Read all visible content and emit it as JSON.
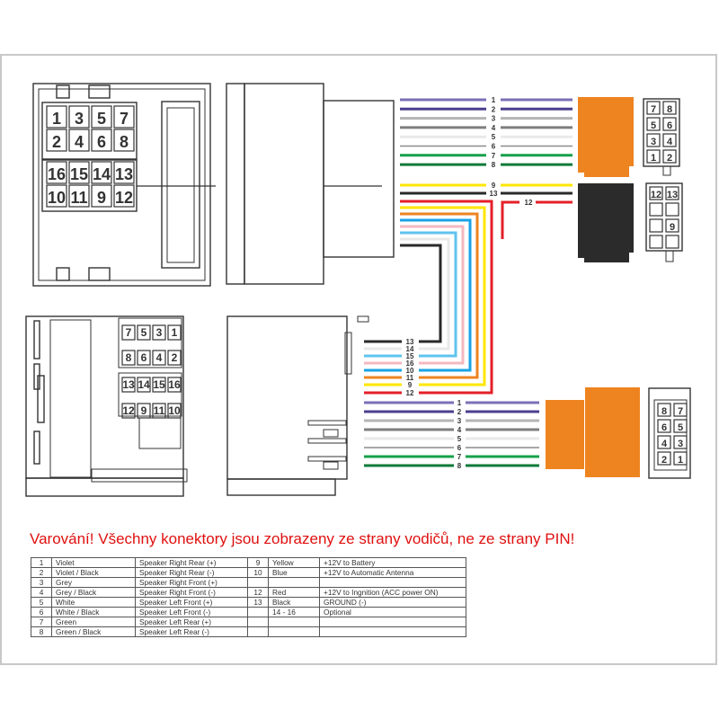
{
  "warning": "Varování! Všechny konektory jsou zobrazeny ze strany vodičů, ne ze strany PIN!",
  "colors": {
    "violet": "#7b6fb8",
    "violet_black": "#4b3f8e",
    "grey": "#b5b5b5",
    "grey_black": "#7f7f7f",
    "white": "#e9e9e9",
    "white_black": "#8a8a8a",
    "green": "#16a04a",
    "green_black": "#0b7a38",
    "yellow": "#ffe600",
    "black": "#2a2a2a",
    "red": "#e4202a",
    "orange": "#ee8420",
    "blue": "#1aa3e6",
    "pink": "#f4b8c0",
    "light_blue": "#5fc3ee",
    "connector_orange": "#ee8420",
    "connector_black": "#2b2b2b",
    "warning": "#e01010"
  },
  "iso_block_a": {
    "top_pins": [
      "1",
      "3",
      "5",
      "7"
    ],
    "mid_pins": [
      "2",
      "4",
      "6",
      "8"
    ],
    "low1": [
      "16",
      "15",
      "14",
      "13"
    ],
    "low2": [
      "10",
      "11",
      "9",
      "12"
    ]
  },
  "iso_block_b": {
    "top_pins": [
      "7",
      "5",
      "3",
      "1"
    ],
    "mid_pins": [
      "8",
      "6",
      "4",
      "2"
    ],
    "low1": [
      "13",
      "14",
      "15",
      "16"
    ],
    "low2": [
      "12",
      "9",
      "11",
      "10"
    ]
  },
  "speaker_plug_top": {
    "pins": [
      "7",
      "8",
      "5",
      "6",
      "3",
      "4",
      "1",
      "2"
    ]
  },
  "power_plug_top": {
    "pins": [
      "12",
      "13",
      "",
      "",
      "",
      "9",
      "",
      ""
    ]
  },
  "speaker_plug_bottom": {
    "pins": [
      "8",
      "7",
      "6",
      "5",
      "4",
      "3",
      "2",
      "1"
    ]
  },
  "wires_top_speaker": [
    "1",
    "2",
    "3",
    "4",
    "5",
    "6",
    "7",
    "8"
  ],
  "wires_top_power": [
    "9",
    "13",
    "12"
  ],
  "wires_bottom_power": [
    "13",
    "14",
    "15",
    "16",
    "10",
    "11",
    "9",
    "12"
  ],
  "wires_bottom_speaker": [
    "1",
    "2",
    "3",
    "4",
    "5",
    "6",
    "7",
    "8"
  ],
  "table": {
    "rows": [
      [
        "1",
        "Violet",
        "Speaker Right Rear (+)",
        "9",
        "Yellow",
        "+12V to Battery"
      ],
      [
        "2",
        "Violet / Black",
        "Speaker Right Rear (-)",
        "10",
        "Blue",
        "+12V to Automatic Antenna"
      ],
      [
        "3",
        "Grey",
        "Speaker Right Front (+)",
        "",
        "",
        ""
      ],
      [
        "4",
        "Grey / Black",
        "Speaker Right Front (-)",
        "12",
        "Red",
        "+12V to Ingnition (ACC power ON)"
      ],
      [
        "5",
        "White",
        "Speaker Left Front (+)",
        "13",
        "Black",
        "GROUND (-)"
      ],
      [
        "6",
        "White / Black",
        "Speaker Left Front (-)",
        "",
        "14 - 16",
        "Optional"
      ],
      [
        "7",
        "Green",
        "Speaker Left Rear (+)",
        "",
        "",
        ""
      ],
      [
        "8",
        "Green / Black",
        "Speaker Left Rear (-)",
        "",
        "",
        ""
      ]
    ]
  }
}
